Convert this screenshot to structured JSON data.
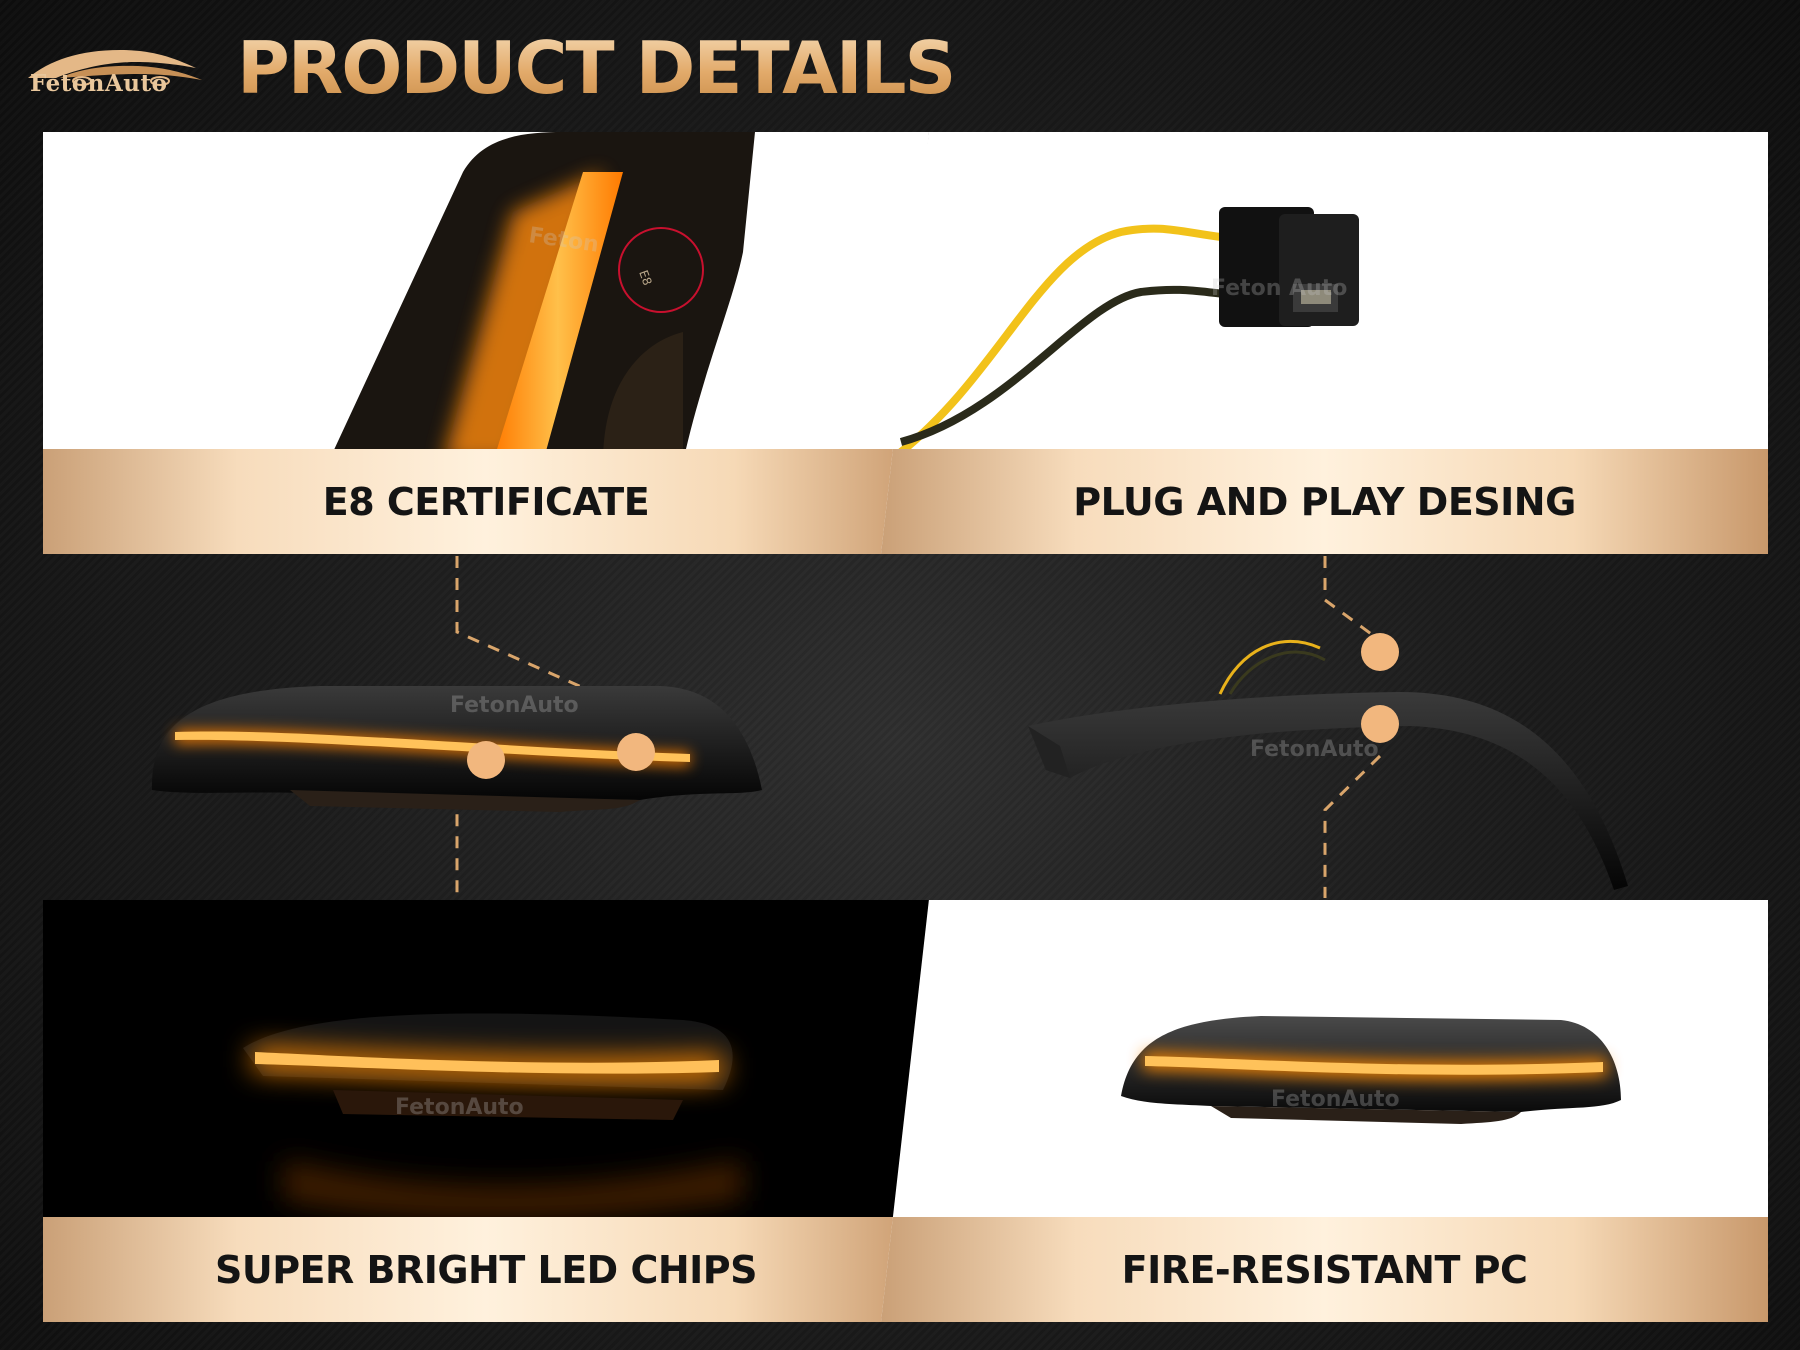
{
  "header": {
    "brand": "FetonAuto",
    "title": "PRODUCT DETAILS"
  },
  "panels": [
    {
      "id": "e8",
      "label": "E8 CERTIFICATE"
    },
    {
      "id": "plug",
      "label": "PLUG AND PLAY DESING"
    },
    {
      "id": "bright",
      "label": "SUPER BRIGHT LED CHIPS"
    },
    {
      "id": "fire",
      "label": "FIRE-RESISTANT PC"
    }
  ],
  "colors": {
    "background": "#141414",
    "title_gold": "#e7bd84",
    "band_light": "#fff1dd",
    "band_dark": "#caa077",
    "led_amber": "#ff9a1a",
    "callout_dot": "#f2b77e"
  },
  "icons": [
    "car-logo-icon"
  ]
}
